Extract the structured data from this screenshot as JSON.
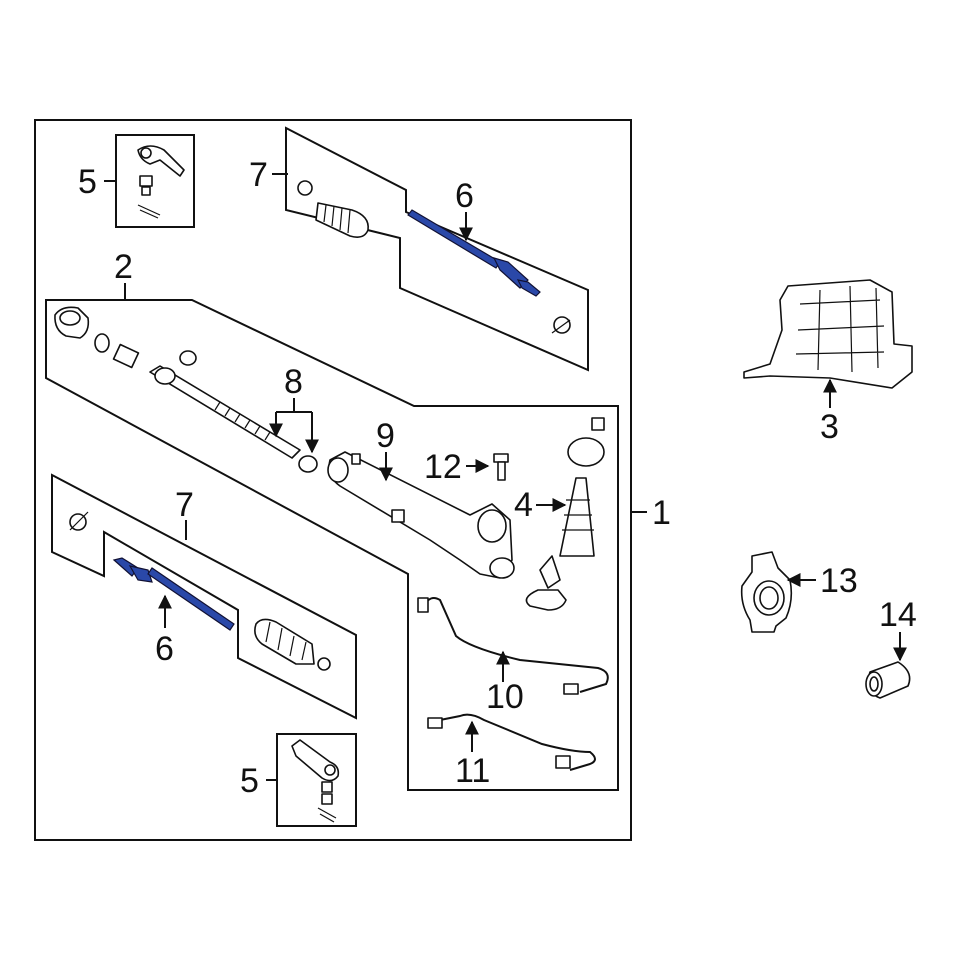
{
  "callouts": {
    "c1": "1",
    "c2": "2",
    "c3": "3",
    "c4": "4",
    "c5_top": "5",
    "c5_bottom": "5",
    "c6_top": "6",
    "c6_bottom": "6",
    "c7_top": "7",
    "c7_bottom": "7",
    "c8": "8",
    "c9": "9",
    "c10": "10",
    "c11": "11",
    "c12": "12",
    "c13": "13",
    "c14": "14"
  },
  "colors": {
    "line": "#111111",
    "highlight_part": "#2a48a8",
    "background": "#ffffff"
  }
}
